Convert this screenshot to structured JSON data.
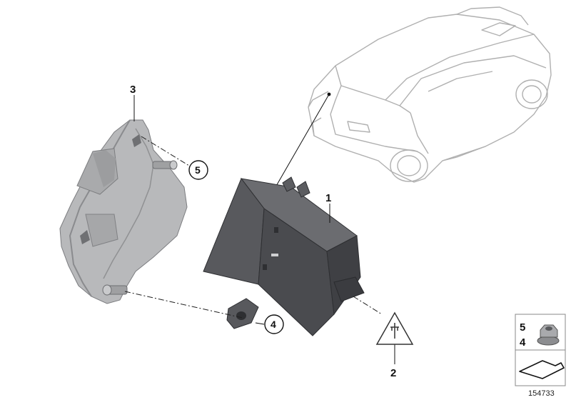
{
  "callouts": {
    "control_unit": "1",
    "warning_triangle": "2",
    "bracket": "3",
    "nut_lower": "4",
    "nut_upper": "5"
  },
  "legend": {
    "top_number": "5",
    "bottom_number": "4"
  },
  "diagram_number": "154733",
  "colors": {
    "part_dark": "#4a4b4f",
    "part_mid": "#6b6c70",
    "bracket_light": "#b8b9bb",
    "car_outline": "#b0b0b0"
  }
}
